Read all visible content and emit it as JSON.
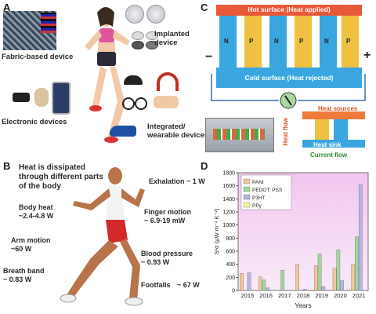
{
  "panels": {
    "a": {
      "letter": "A",
      "fabric_label": "Fabric-based device",
      "implanted_label": "Implanted\ndevice",
      "electronic_label": "Electronic devices",
      "wearable_label": "Integrated/\nwearable devices"
    },
    "b": {
      "letter": "B",
      "heading": "Heat is dissipated\nthrough different parts\nof the body",
      "items": [
        {
          "label": "Body heat",
          "value": "~2.4-4.8 W"
        },
        {
          "label": "Arm motion",
          "value": "~60 W"
        },
        {
          "label": "Breath band",
          "value": "~ 0.83 W"
        },
        {
          "label": "Exhalation",
          "value": "~ 1 W"
        },
        {
          "label": "Finger motion",
          "value": "~ 6.9-19 mW"
        },
        {
          "label": "Blood pressure",
          "value": "~ 0.93 W"
        },
        {
          "label": "Footfalls",
          "value": "~ 67 W"
        }
      ]
    },
    "c": {
      "letter": "C",
      "hot_surface": "Hot surface (Heat applied)",
      "cold_surface": "Cold surface (Heat rejected)",
      "minus": "−",
      "plus": "+",
      "legs": [
        "N",
        "P",
        "N",
        "P",
        "N",
        "P"
      ],
      "heat_sources": "Heat sources",
      "heat_flow": "Heat flow",
      "heat_sink": "Heat sink",
      "current_flow": "Current flow"
    },
    "d": {
      "letter": "D"
    }
  },
  "chart_data": {
    "type": "bar",
    "title": "",
    "xlabel": "Years",
    "ylabel": "S²σ (μW m⁻¹ K⁻²)",
    "ylim": [
      0,
      1800
    ],
    "yticks": [
      0,
      200,
      400,
      600,
      800,
      1000,
      1200,
      1400,
      1600,
      1800
    ],
    "categories": [
      "2015",
      "2016",
      "2017",
      "2018",
      "2019",
      "2020",
      "2021"
    ],
    "legend_position": "top-left",
    "grid": false,
    "series": [
      {
        "name": "PANI",
        "color": "#f2c79a",
        "values": [
          260,
          210,
          0,
          400,
          380,
          340,
          400
        ]
      },
      {
        "name": "PEDOT: PSS",
        "color": "#9fd89a",
        "values": [
          0,
          160,
          310,
          0,
          560,
          620,
          820
        ]
      },
      {
        "name": "P3HT",
        "color": "#b6b4e6",
        "values": [
          270,
          40,
          0,
          20,
          60,
          150,
          1620
        ]
      },
      {
        "name": "PPy",
        "color": "#f5ef9a",
        "values": [
          0,
          0,
          0,
          0,
          0,
          0,
          0
        ]
      }
    ]
  }
}
